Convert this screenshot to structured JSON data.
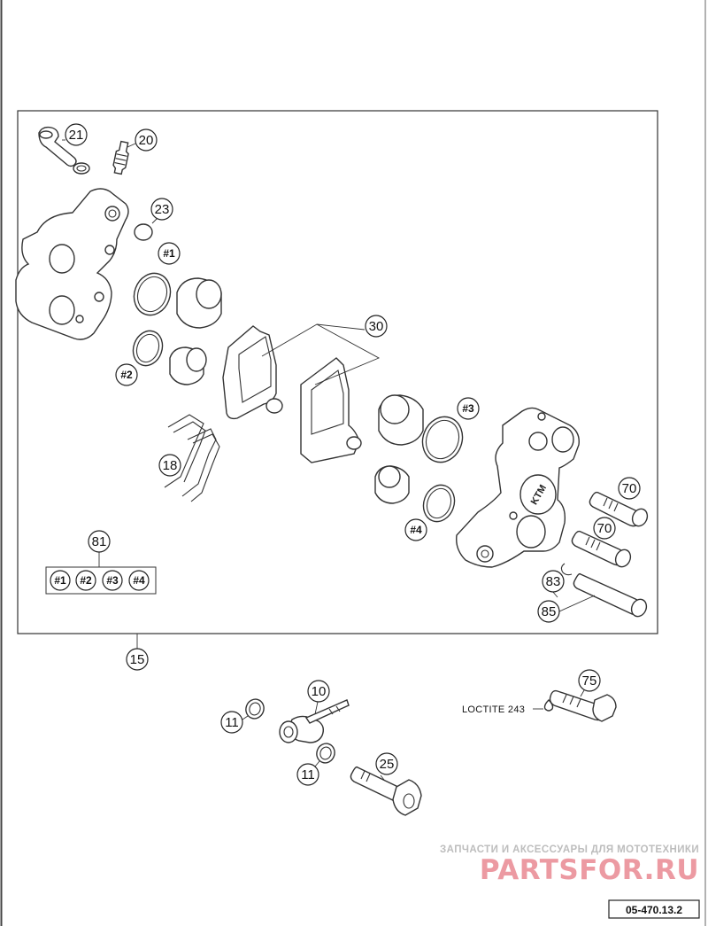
{
  "labels": {
    "p21": "21",
    "p20": "20",
    "p23": "23",
    "h1": "#1",
    "h2": "#2",
    "h3": "#3",
    "h4": "#4",
    "p30": "30",
    "p18": "18",
    "p70a": "70",
    "p70b": "70",
    "p83": "83",
    "p85": "85",
    "p81": "81",
    "k1": "#1",
    "k2": "#2",
    "k3": "#3",
    "k4": "#4",
    "p15": "15",
    "p10": "10",
    "p11a": "11",
    "p11b": "11",
    "p25": "25",
    "p75": "75"
  },
  "caliper_logo": "KTM",
  "loctite": "LOCTITE 243",
  "watermark": {
    "line1": "ЗАПЧАСТИ И АКСЕССУАРЫ ДЛЯ МОТОТЕХНИКИ",
    "line2": "PARTSFOR.RU"
  },
  "drawing_code": "05-470.13.2"
}
